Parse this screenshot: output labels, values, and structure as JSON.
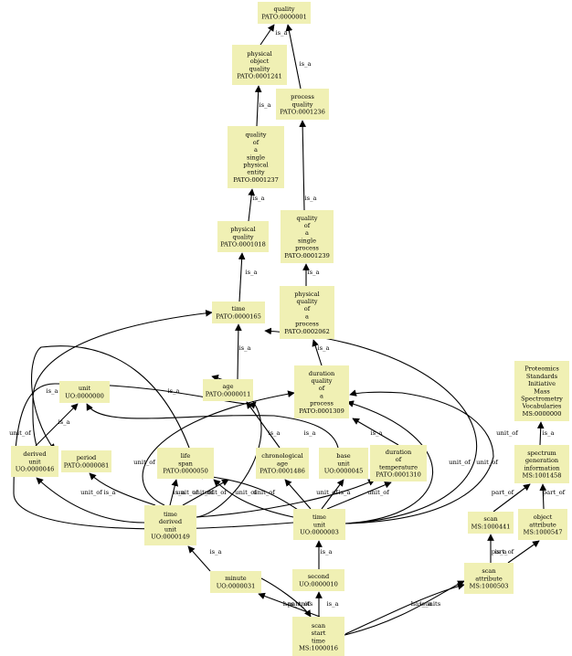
{
  "nodes": [
    {
      "id": "quality",
      "lines": [
        "quality",
        "PATO:0000001"
      ]
    },
    {
      "id": "physical_object_quality",
      "lines": [
        "physical",
        "object",
        "quality",
        "PATO:0001241"
      ]
    },
    {
      "id": "process_quality",
      "lines": [
        "process",
        "quality",
        "PATO:0001236"
      ]
    },
    {
      "id": "quality_single_physical_entity",
      "lines": [
        "quality",
        "of",
        "a",
        "single",
        "physical",
        "entity",
        "PATO:0001237"
      ]
    },
    {
      "id": "physical_quality",
      "lines": [
        "physical",
        "quality",
        "PATO:0001018"
      ]
    },
    {
      "id": "quality_single_process",
      "lines": [
        "quality",
        "of",
        "a",
        "single",
        "process",
        "PATO:0001239"
      ]
    },
    {
      "id": "physical_quality_process",
      "lines": [
        "physical",
        "quality",
        "of",
        "a",
        "process",
        "PATO:0002062"
      ]
    },
    {
      "id": "time",
      "lines": [
        "time",
        "PATO:0000165"
      ]
    },
    {
      "id": "unit",
      "lines": [
        "unit",
        "UO:0000000"
      ]
    },
    {
      "id": "age",
      "lines": [
        "age",
        "PATO:0000011"
      ]
    },
    {
      "id": "duration_quality_process",
      "lines": [
        "duration",
        "quality",
        "of",
        "a",
        "process",
        "PATO:0001309"
      ]
    },
    {
      "id": "psi_ms",
      "lines": [
        "Proteomics",
        "Standards",
        "Initiative",
        "Mass",
        "Spectrometry",
        "Vocabularies",
        "MS:0000000"
      ]
    },
    {
      "id": "derived_unit",
      "lines": [
        "derived",
        "unit",
        "UO:0000046"
      ]
    },
    {
      "id": "period",
      "lines": [
        "period",
        "PATO:0000081"
      ]
    },
    {
      "id": "life_span",
      "lines": [
        "life",
        "span",
        "PATO:0000050"
      ]
    },
    {
      "id": "chronological_age",
      "lines": [
        "chronological",
        "age",
        "PATO:0001486"
      ]
    },
    {
      "id": "base_unit",
      "lines": [
        "base",
        "unit",
        "UO:0000045"
      ]
    },
    {
      "id": "duration_temperature",
      "lines": [
        "duration",
        "of",
        "temperature",
        "PATO:0001310"
      ]
    },
    {
      "id": "spectrum_generation_information",
      "lines": [
        "spectrum",
        "generation",
        "information",
        "MS:1001458"
      ]
    },
    {
      "id": "time_derived_unit",
      "lines": [
        "time",
        "derived",
        "unit",
        "UO:0000149"
      ]
    },
    {
      "id": "time_unit",
      "lines": [
        "time",
        "unit",
        "UO:0000003"
      ]
    },
    {
      "id": "scan",
      "lines": [
        "scan",
        "MS:1000441"
      ]
    },
    {
      "id": "object_attribute",
      "lines": [
        "object",
        "attribute",
        "MS:1000547"
      ]
    },
    {
      "id": "minute",
      "lines": [
        "minute",
        "UO:0000031"
      ]
    },
    {
      "id": "second",
      "lines": [
        "second",
        "UO:0000010"
      ]
    },
    {
      "id": "scan_attribute",
      "lines": [
        "scan",
        "attribute",
        "MS:1000503"
      ]
    },
    {
      "id": "scan_start_time",
      "lines": [
        "scan",
        "start",
        "time",
        "MS:1000016"
      ]
    }
  ],
  "edges": [
    {
      "id": "e1",
      "label": "is_a"
    },
    {
      "id": "e2",
      "label": "is_a"
    },
    {
      "id": "e3",
      "label": "is_a"
    },
    {
      "id": "e4",
      "label": "is_a"
    },
    {
      "id": "e5",
      "label": "is_a"
    },
    {
      "id": "e6",
      "label": "is_a"
    },
    {
      "id": "e7",
      "label": "is_a"
    },
    {
      "id": "e8",
      "label": "is_a"
    },
    {
      "id": "e9",
      "label": "is_a"
    },
    {
      "id": "e10",
      "label": "is_a"
    },
    {
      "id": "e11",
      "label": "is_a"
    },
    {
      "id": "e12",
      "label": "is_a"
    },
    {
      "id": "e13",
      "label": "is_a"
    },
    {
      "id": "e14",
      "label": "is_a"
    },
    {
      "id": "e15",
      "label": "is_a"
    },
    {
      "id": "e16",
      "label": "is_a"
    },
    {
      "id": "e17",
      "label": "is_a"
    },
    {
      "id": "e18",
      "label": "is_a"
    },
    {
      "id": "e19",
      "label": "is_a"
    },
    {
      "id": "e20",
      "label": "part_of"
    },
    {
      "id": "e21",
      "label": "part_of"
    },
    {
      "id": "e22",
      "label": "part_of"
    },
    {
      "id": "e23",
      "label": "is_a"
    },
    {
      "id": "e24",
      "label": "unit_of"
    },
    {
      "id": "e25",
      "label": "unit_of"
    },
    {
      "id": "e26",
      "label": "unit_of"
    },
    {
      "id": "e27",
      "label": "unit_of"
    },
    {
      "id": "e28",
      "label": "unit_of"
    },
    {
      "id": "e29",
      "label": "unit_of"
    },
    {
      "id": "e30",
      "label": "unit_of"
    },
    {
      "id": "e31",
      "label": "unit_of"
    },
    {
      "id": "e32",
      "label": "unit_of"
    },
    {
      "id": "e33",
      "label": "unit_of"
    },
    {
      "id": "e34",
      "label": "unit_of"
    },
    {
      "id": "e35",
      "label": "unit_of"
    },
    {
      "id": "e36",
      "label": "unit_of"
    },
    {
      "id": "e37",
      "label": "is_a"
    },
    {
      "id": "e38",
      "label": "is_a"
    },
    {
      "id": "e39",
      "label": "part_of"
    },
    {
      "id": "e40",
      "label": "is_a"
    },
    {
      "id": "e41",
      "label": "has_units"
    },
    {
      "id": "e42",
      "label": "has_units"
    },
    {
      "id": "e43",
      "label": "is_a"
    }
  ]
}
